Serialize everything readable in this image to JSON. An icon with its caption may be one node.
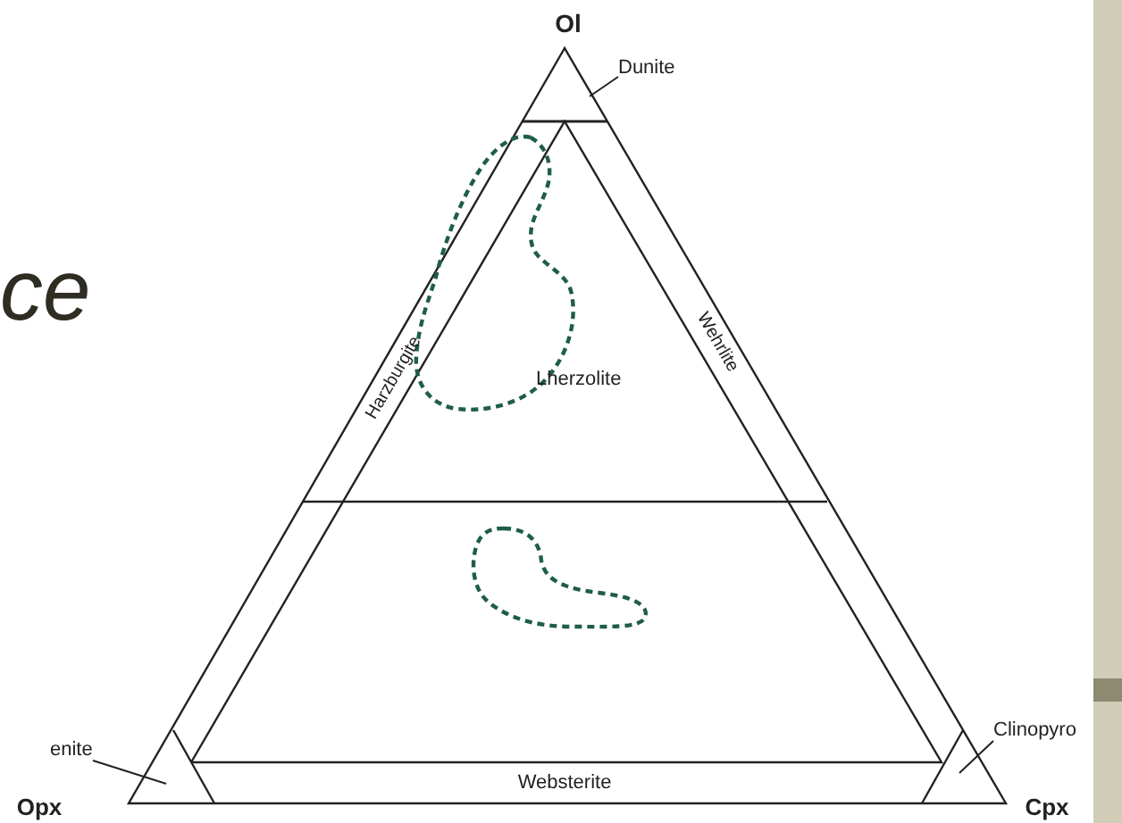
{
  "diagram": {
    "nodes": [
      {
        "text": [
          "Dunite"
        ]
      },
      {
        "text": [
          "enite"
        ]
      },
      {
        "text": [
          "Clinopyro"
        ]
      }
    ],
    "edges": [
      {
        "from": 0,
        "to": null,
        "arrow": "none"
      },
      {
        "from": 1,
        "to": null,
        "arrow": "none"
      },
      {
        "from": 2,
        "to": null,
        "arrow": "none"
      }
    ],
    "labels": [
      "Ol",
      "ce",
      "Harzburgite",
      "Wehrlite",
      "Lherzolite",
      "Websterite",
      "Opx",
      "Cpx"
    ]
  }
}
